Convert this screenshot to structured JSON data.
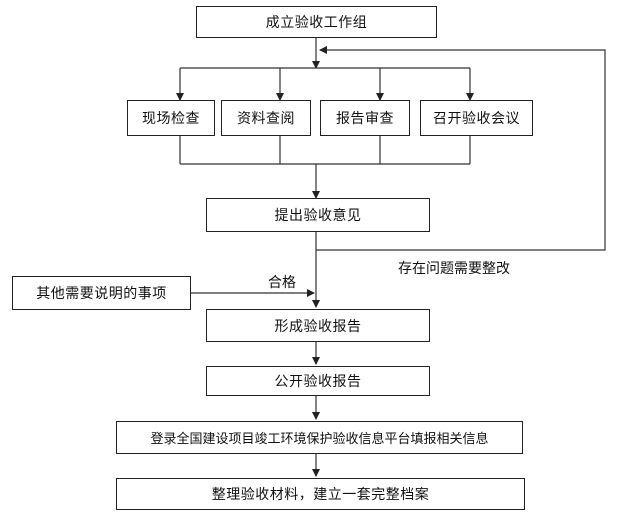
{
  "nodes": {
    "form_group": "成立验收工作组",
    "site_inspection": "现场检查",
    "document_review": "资料查阅",
    "report_review": "报告审查",
    "convene_meeting": "召开验收会议",
    "propose_opinion": "提出验收意见",
    "other_notes": "其他需要说明的事项",
    "form_report": "形成验收报告",
    "publish_report": "公开验收报告",
    "register_platform": "登录全国建设项目竣工环境保护验收信息平台填报相关信息",
    "organize_materials": "整理验收材料，建立一套完整档案"
  },
  "edge_labels": {
    "pass": "合格",
    "rectify": "存在问题需要整改"
  }
}
